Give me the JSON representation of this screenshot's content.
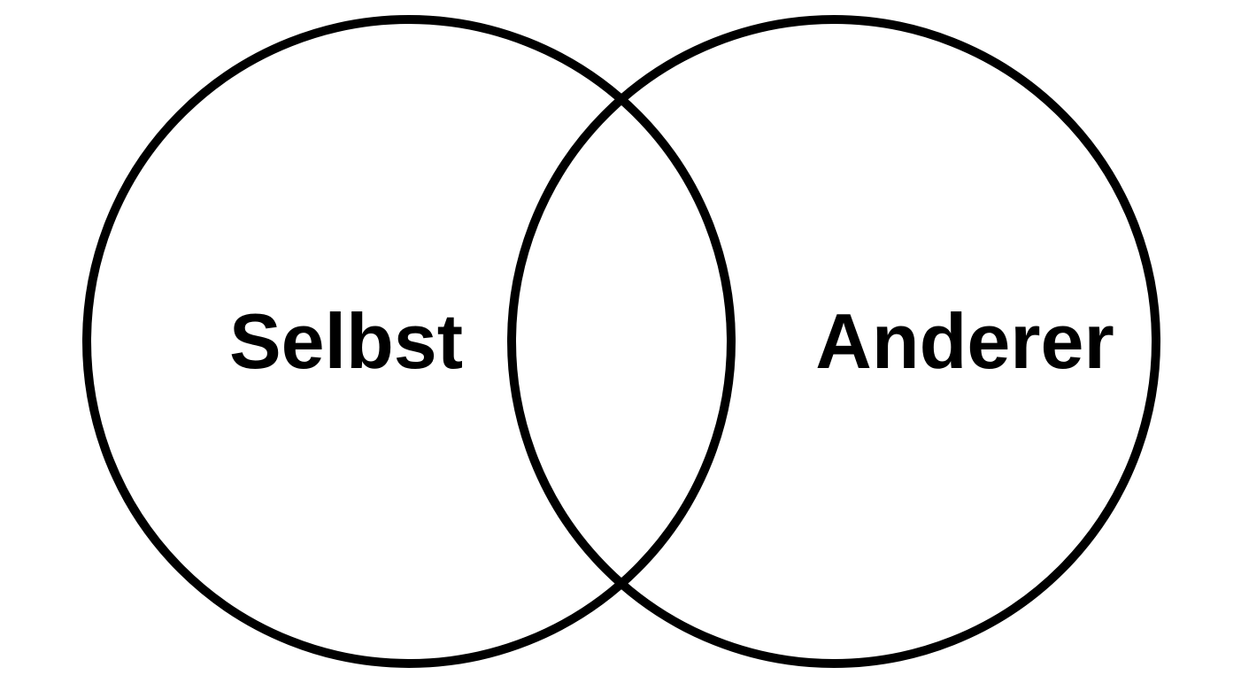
{
  "diagram": {
    "type": "venn",
    "sets": [
      {
        "label": "Selbst"
      },
      {
        "label": "Anderer"
      }
    ],
    "colors": {
      "stroke": "#000000",
      "fill": "#ffffff",
      "text": "#000000"
    }
  }
}
